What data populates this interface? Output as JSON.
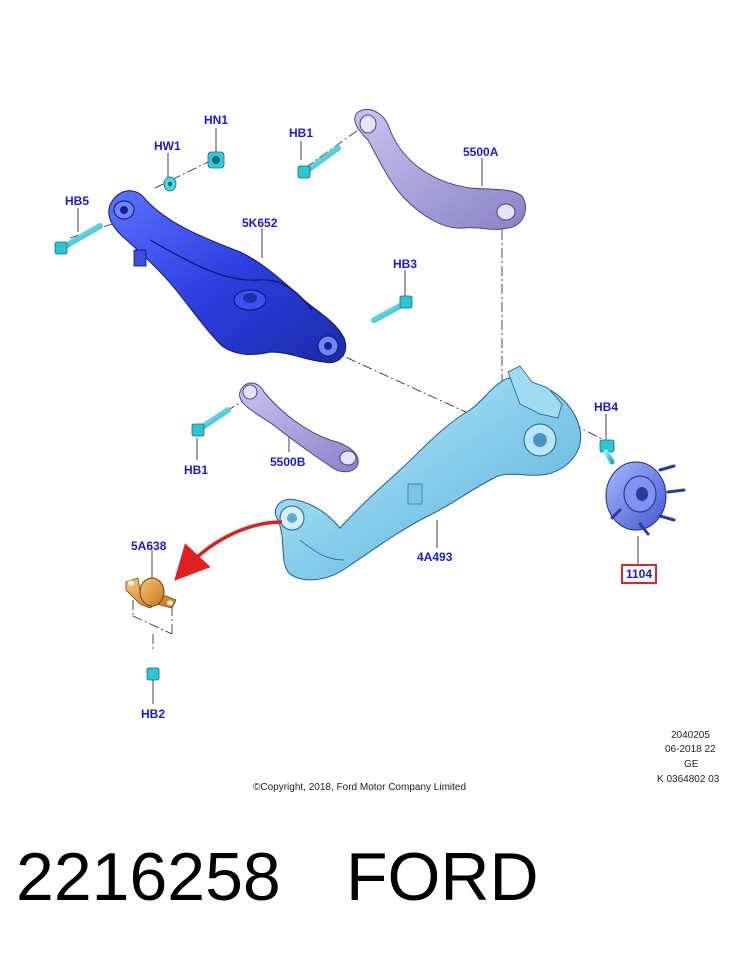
{
  "callouts": {
    "hn1": "HN1",
    "hw1": "HW1",
    "hb1_top": "HB1",
    "part_5500a": "5500A",
    "hb5": "HB5",
    "part_5k652": "5K652",
    "hb3": "HB3",
    "hb4": "HB4",
    "hb1_mid": "HB1",
    "part_5500b": "5500B",
    "part_5a638": "5A638",
    "part_4a493": "4A493",
    "part_1104": "1104",
    "hb2": "HB2"
  },
  "diagram_meta": {
    "ref_1": "2040205",
    "ref_2": "06-2018 22",
    "ref_3": "GE",
    "ref_4": "K 0364802 03",
    "copyright": "©Copyright, 2018, Ford Motor Company Limited"
  },
  "footer": {
    "part_number": "2216258",
    "brand": "FORD"
  },
  "colors": {
    "callout_text": "#1a1acc",
    "highlight_box": "#d9262c",
    "arrow": "#e02020",
    "lower_arm_blue": "#2f45e0",
    "upper_arm_lavender": "#9c95d6",
    "knuckle_cyan": "#8fd3ee",
    "bolt_cyan": "#34c9d8",
    "bushing_orange": "#e0912e"
  }
}
